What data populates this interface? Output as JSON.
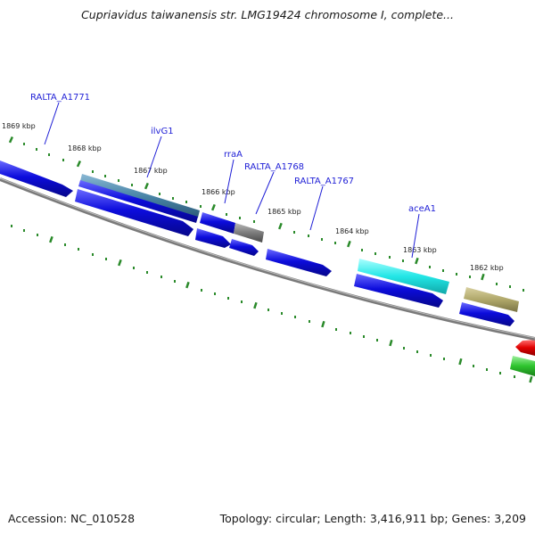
{
  "header": {
    "title": "Cupriavidus taiwanensis str. LMG19424 chromosome I, complete..."
  },
  "footer": {
    "accession": "Accession: NC_010528",
    "summary": "Topology: circular; Length: 3,416,911 bp; Genes: 3,209"
  },
  "ruler_labels": [
    "1869 kbp",
    "1868 kbp",
    "1867 kbp",
    "1866 kbp",
    "1865 kbp",
    "1864 kbp",
    "1863 kbp",
    "1862 kbp"
  ],
  "gene_labels": [
    "RALTA_A1771",
    "ilvG1",
    "rraA",
    "RALTA_A1768",
    "RALTA_A1767",
    "aceA1"
  ],
  "colors": {
    "cds_blue": "#0a0ad8",
    "cds_blue_highlight": "#5a5aff",
    "steelblue_feature": "#4a86a8",
    "gray_feature": "#808080",
    "cyan_feature": "#22e6e6",
    "khaki_feature": "#b0a86a",
    "red_feature": "#e00000",
    "green_feature": "#2ec42e",
    "tick_green": "#2a8a2a",
    "backbone_gray": "#8a8a8a",
    "label_blue": "#1f1fd6"
  }
}
